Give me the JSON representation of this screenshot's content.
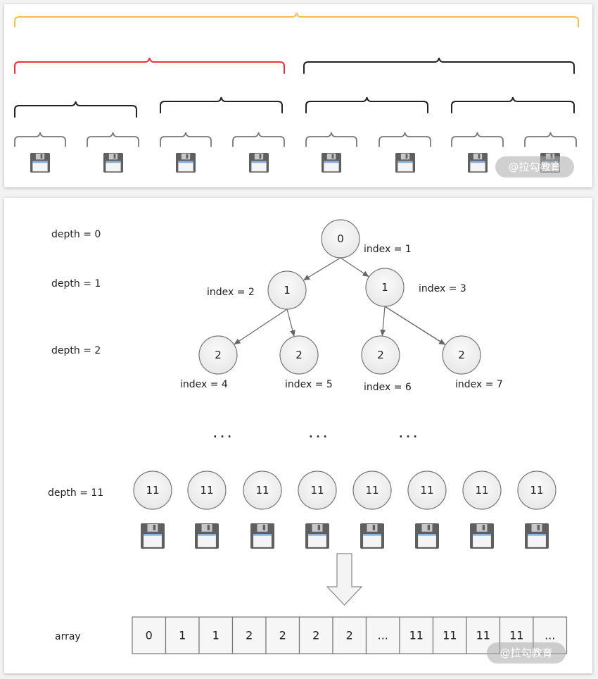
{
  "top_panel": {
    "description": "Hierarchical brace grouping of 8 disk items",
    "brace_levels": [
      {
        "level": 0,
        "count": 1,
        "colors": [
          "#f5bf4f"
        ]
      },
      {
        "level": 1,
        "count": 2,
        "colors": [
          "#e8323c",
          "#222222"
        ]
      },
      {
        "level": 2,
        "count": 4,
        "colors": [
          "#222222",
          "#222222",
          "#222222",
          "#222222"
        ]
      },
      {
        "level": 3,
        "count": 8,
        "colors": [
          "#777777"
        ]
      }
    ],
    "disk_count": 8,
    "disk_icon": "floppy-disk-icon",
    "watermark": "@拉勾教育"
  },
  "bottom_panel": {
    "depth_labels": [
      "depth = 0",
      "depth = 1",
      "depth = 2",
      "depth = 11"
    ],
    "tree": {
      "nodes": [
        {
          "value": "0",
          "index_label": "index = 1",
          "depth": 0
        },
        {
          "value": "1",
          "index_label": "index = 2",
          "depth": 1
        },
        {
          "value": "1",
          "index_label": "index = 3",
          "depth": 1
        },
        {
          "value": "2",
          "index_label": "index = 4",
          "depth": 2
        },
        {
          "value": "2",
          "index_label": "index = 5",
          "depth": 2
        },
        {
          "value": "2",
          "index_label": "index = 6",
          "depth": 2
        },
        {
          "value": "2",
          "index_label": "index = 7",
          "depth": 2
        }
      ],
      "ellipsis": ". . .",
      "leaf_nodes": [
        "11",
        "11",
        "11",
        "11",
        "11",
        "11",
        "11",
        "11"
      ]
    },
    "disk_icon": "floppy-disk-icon",
    "arrow_icon": "down-arrow-icon",
    "array": {
      "label": "array",
      "cells": [
        "0",
        "1",
        "1",
        "2",
        "2",
        "2",
        "2",
        "...",
        "11",
        "11",
        "11",
        "11",
        "..."
      ]
    },
    "watermark": "@拉勾教育"
  },
  "colors": {
    "node_fill": "#f0f0f0",
    "node_stroke": "#777777",
    "edge": "#666666",
    "disk_body": "#5f5f5f",
    "disk_label_stripe": "#7fb0e0"
  }
}
